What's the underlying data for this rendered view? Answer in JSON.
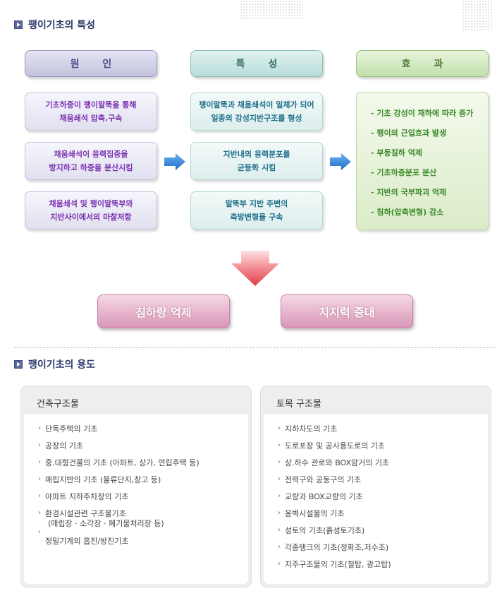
{
  "section1": {
    "title": "팽이기초의 특성"
  },
  "columns": {
    "cause": "원 인",
    "character": "특 성",
    "effect": "효 과"
  },
  "cause_boxes": [
    [
      "기초하중이 팽이말뚝을 통해",
      "채움쇄석 압축.구속"
    ],
    [
      "채움쇄석이 응력집중을",
      "방지하고 하중을 분산시킴"
    ],
    [
      "채움쇄석 및 팽이말뚝부와",
      "지반사이에서의 마찰저항"
    ]
  ],
  "character_boxes": [
    [
      "팽이말뚝과 채움쇄석이 일체가 되어",
      "일종의 강성지반구조를 형성"
    ],
    [
      "지반내의 응력분포를",
      "균등화 시킴"
    ],
    [
      "말뚝부 지반 주변의",
      "측방변형을 구속"
    ]
  ],
  "effects": [
    "- 기초 강성이 재하에 따라 증가",
    "- 팽이의 근입효과 발생",
    "- 부등침하 억제",
    "- 기초하중분포 분산",
    "- 지반의 국부파괴 억제",
    "- 침하(압축변형) 감소"
  ],
  "results": {
    "left": "침하량 억제",
    "right": "지지력 증대"
  },
  "section2": {
    "title": "팽이기초의 용도"
  },
  "building": {
    "title": "건축구조물",
    "items": [
      "단독주택의 기초",
      "공장의 기초",
      "중.대형건물의 기초 (아파트, 상가, 연립주택 등)",
      "매립지반의 기초 (물류단지,창고 등)",
      "아파트 지하주차장의 기초",
      "환경시설관련 구조물기초",
      "(매립장 · 소각장 · 폐기물처리장 등)",
      "정밀기계의 흡진/방진기초"
    ]
  },
  "civil": {
    "title": "토목 구조물",
    "items": [
      "지하차도의 기초",
      "도로포장 및 공사용도로의 기초",
      "상.하수 관로와 BOX암거의 기초",
      "전력구와 공동구의 기초",
      "교량과 BOX교량의 기초",
      "옹벽시설물의 기초",
      "성토의 기초(흙성토기초)",
      "각종탱크의 기초(정화조,저수조)",
      "지주구조물의 기초(철탑, 광고탑)"
    ]
  },
  "colors": {
    "arrow_blue": "#2f7fd6",
    "down_arrow": "#e8505a",
    "result_pink": "#d996b6"
  }
}
